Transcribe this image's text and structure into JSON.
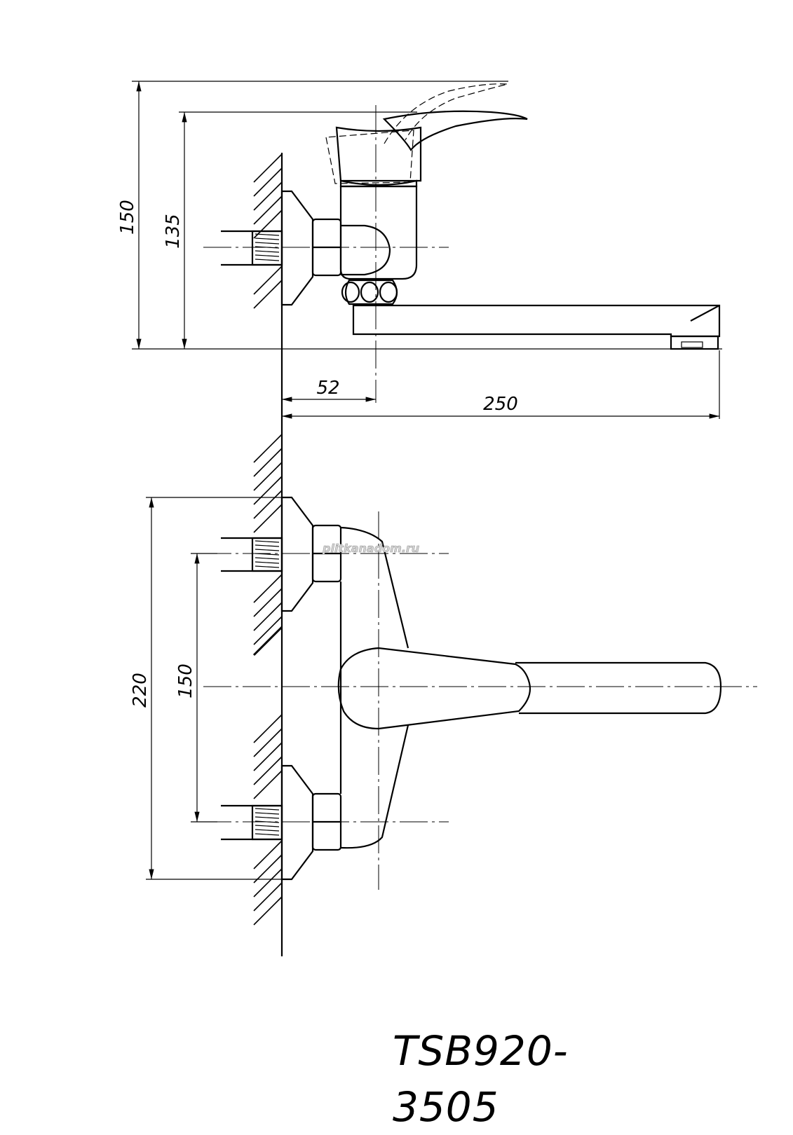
{
  "model_code": "TSB920-3505",
  "watermark": "plitkanadom.ru",
  "dimensions": {
    "side_height_total": "150",
    "side_height_spout": "135",
    "wall_to_axis": "52",
    "spout_reach": "250",
    "front_height": "220",
    "inlet_spacing": "150"
  }
}
